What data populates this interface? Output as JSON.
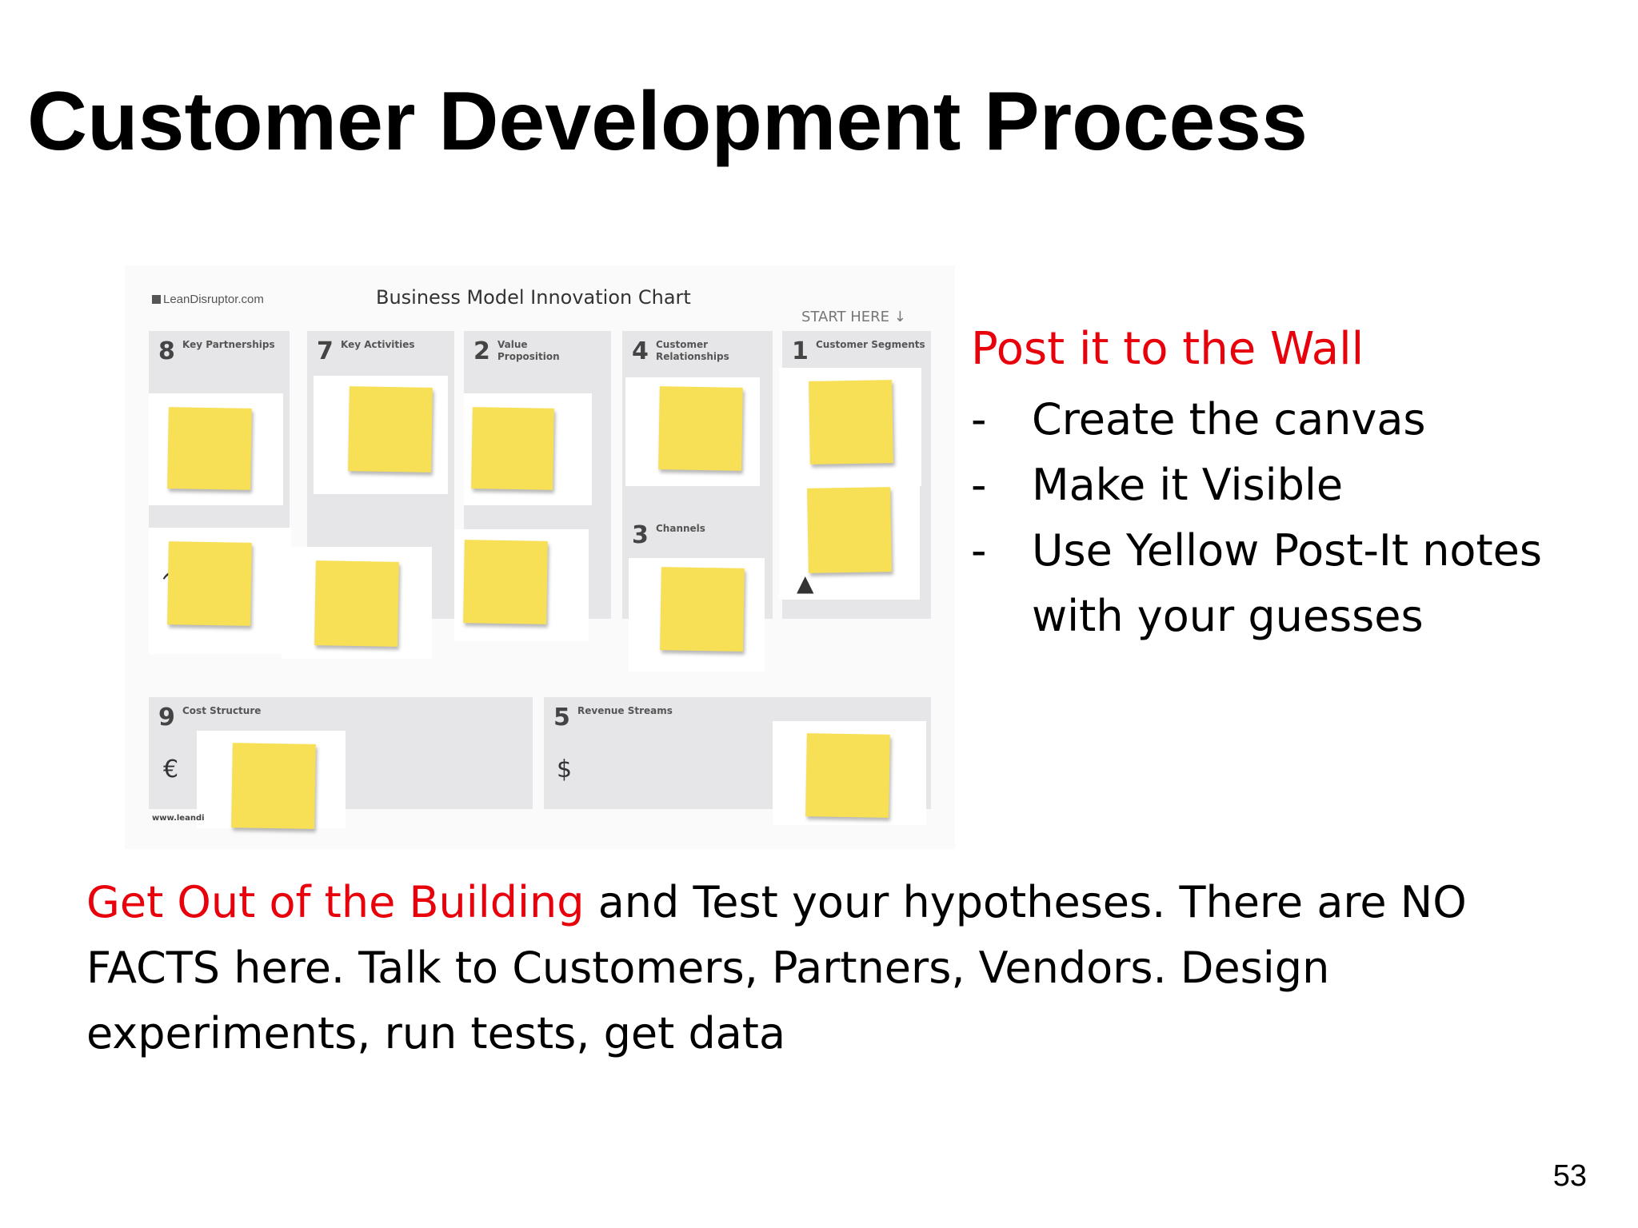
{
  "slide": {
    "title": "Customer Development Process",
    "page_number": "53"
  },
  "canvas_image": {
    "brand": "LeanDisruptor.com",
    "title": "Business Model Innovation Chart",
    "start_here": "START HERE ↓",
    "footer": "www.leandi",
    "blocks": [
      {
        "num": "8",
        "label": "Key Partnerships"
      },
      {
        "num": "7",
        "label": "Key Activities"
      },
      {
        "num": "2",
        "label": "Value Proposition"
      },
      {
        "num": "4",
        "label": "Customer Relationships"
      },
      {
        "num": "1",
        "label": "Customer Segments"
      },
      {
        "num": "3",
        "label": "Channels"
      },
      {
        "num": "9",
        "label": "Cost Structure"
      },
      {
        "num": "5",
        "label": "Revenue Streams"
      }
    ],
    "sticky_note_color": "#f7e055"
  },
  "wall": {
    "heading": "Post it to the Wall",
    "bullets": [
      "Create the canvas",
      "Make it Visible",
      "Use Yellow Post-It notes with your guesses"
    ]
  },
  "bottom": {
    "highlight": "Get Out of the Building",
    "rest": " and Test your hypotheses. There are NO FACTS here. Talk to Customers, Partners, Vendors. Design experiments, run tests, get data"
  },
  "colors": {
    "accent_red": "#e8000b",
    "text": "#000000"
  }
}
